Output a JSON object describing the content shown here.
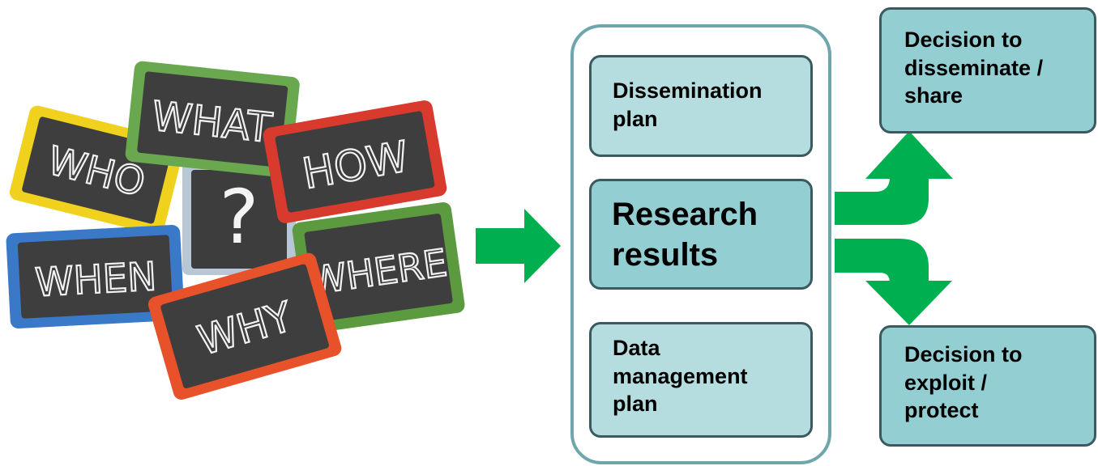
{
  "slates": {
    "who": "WHO",
    "what": "WHAT",
    "how": "HOW",
    "question": "?",
    "when": "WHEN",
    "where": "WHERE",
    "why": "WHY"
  },
  "boxes": {
    "dissemination_plan": "Dissemination plan",
    "research_results": "Research results",
    "data_management_plan": "Data management plan",
    "decision_disseminate": "Decision to disseminate / share",
    "decision_exploit": "Decision to exploit / protect"
  },
  "colors": {
    "arrow": "#00b050",
    "box_fill": "#b5dde0",
    "box_fill_center": "#93ced3",
    "box_border": "#3a5a60",
    "container_border": "#6fa6ac",
    "slate": "#3b3b3b"
  }
}
